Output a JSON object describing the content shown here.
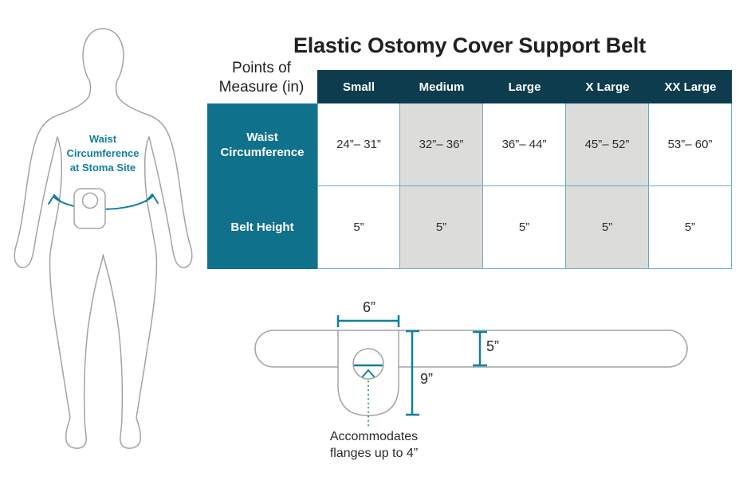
{
  "title": "Elastic Ostomy Cover Support Belt",
  "table": {
    "corner_line1": "Points of",
    "corner_line2": "Measure (in)",
    "columns": [
      "Small",
      "Medium",
      "Large",
      "X Large",
      "XX Large"
    ],
    "rows": [
      {
        "label": "Waist Circumference",
        "values": [
          "24”– 31”",
          "32”– 36”",
          "36”– 44”",
          "45”– 52”",
          "53”– 60”"
        ]
      },
      {
        "label": "Belt Height",
        "values": [
          "5”",
          "5”",
          "5”",
          "5”",
          "5”"
        ]
      }
    ],
    "highlighted_columns": [
      "Medium",
      "X Large"
    ]
  },
  "body_diagram": {
    "annotation_line1": "Waist",
    "annotation_line2": "Circumference",
    "annotation_line3": "at Stoma Site"
  },
  "belt_diagram": {
    "flap_width_label": "6”",
    "flap_height_label": "9”",
    "belt_height_label": "5”",
    "note_line1": "Accommodates",
    "note_line2": "flanges up to 4”"
  },
  "chart_data": {
    "type": "table",
    "title": "Elastic Ostomy Cover Support Belt",
    "corner_label": "Points of Measure (in)",
    "columns": [
      "Small",
      "Medium",
      "Large",
      "X Large",
      "XX Large"
    ],
    "rows": [
      {
        "label": "Waist Circumference",
        "values": [
          "24-31 in",
          "32-36 in",
          "36-44 in",
          "45-52 in",
          "53-60 in"
        ]
      },
      {
        "label": "Belt Height",
        "values": [
          "5 in",
          "5 in",
          "5 in",
          "5 in",
          "5 in"
        ]
      }
    ]
  },
  "colors": {
    "header_bg": "#0d3c4e",
    "label_bg": "#10718c",
    "highlight_bg": "#dcdcdb",
    "accent_teal": "#117f9e",
    "border_teal": "#66aec0",
    "outline_gray": "#a3a3a3",
    "text_dark": "#231f20"
  }
}
